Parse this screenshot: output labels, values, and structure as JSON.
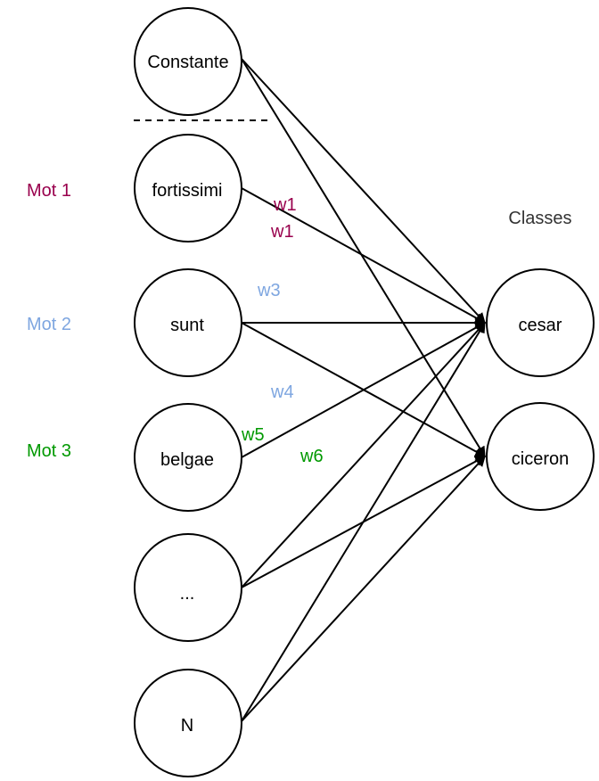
{
  "colors": {
    "mot1": "#99004D",
    "mot2": "#7EA6E0",
    "mot3": "#009900",
    "text": "#000000",
    "classes_title": "#333333"
  },
  "input_nodes": [
    {
      "id": "constante",
      "label": "Constante"
    },
    {
      "id": "fortissimi",
      "label": "fortissimi"
    },
    {
      "id": "sunt",
      "label": "sunt"
    },
    {
      "id": "belgae",
      "label": "belgae"
    },
    {
      "id": "ellipsis",
      "label": "..."
    },
    {
      "id": "n",
      "label": "N"
    }
  ],
  "output_nodes": [
    {
      "id": "cesar",
      "label": "cesar"
    },
    {
      "id": "ciceron",
      "label": "ciceron"
    }
  ],
  "edges": [
    {
      "from": "constante",
      "to": "cesar"
    },
    {
      "from": "constante",
      "to": "ciceron"
    },
    {
      "from": "fortissimi",
      "to": "cesar"
    },
    {
      "from": "sunt",
      "to": "cesar"
    },
    {
      "from": "sunt",
      "to": "ciceron"
    },
    {
      "from": "belgae",
      "to": "cesar"
    },
    {
      "from": "ellipsis",
      "to": "cesar"
    },
    {
      "from": "ellipsis",
      "to": "ciceron"
    },
    {
      "from": "n",
      "to": "cesar"
    },
    {
      "from": "n",
      "to": "ciceron"
    }
  ],
  "side_labels": {
    "mot1": "Mot 1",
    "mot2": "Mot 2",
    "mot3": "Mot 3"
  },
  "weights": {
    "w1_a": "w1",
    "w1_b": "w1",
    "w3": "w3",
    "w4": "w4",
    "w5": "w5",
    "w6": "w6"
  },
  "classes_title": "Classes"
}
